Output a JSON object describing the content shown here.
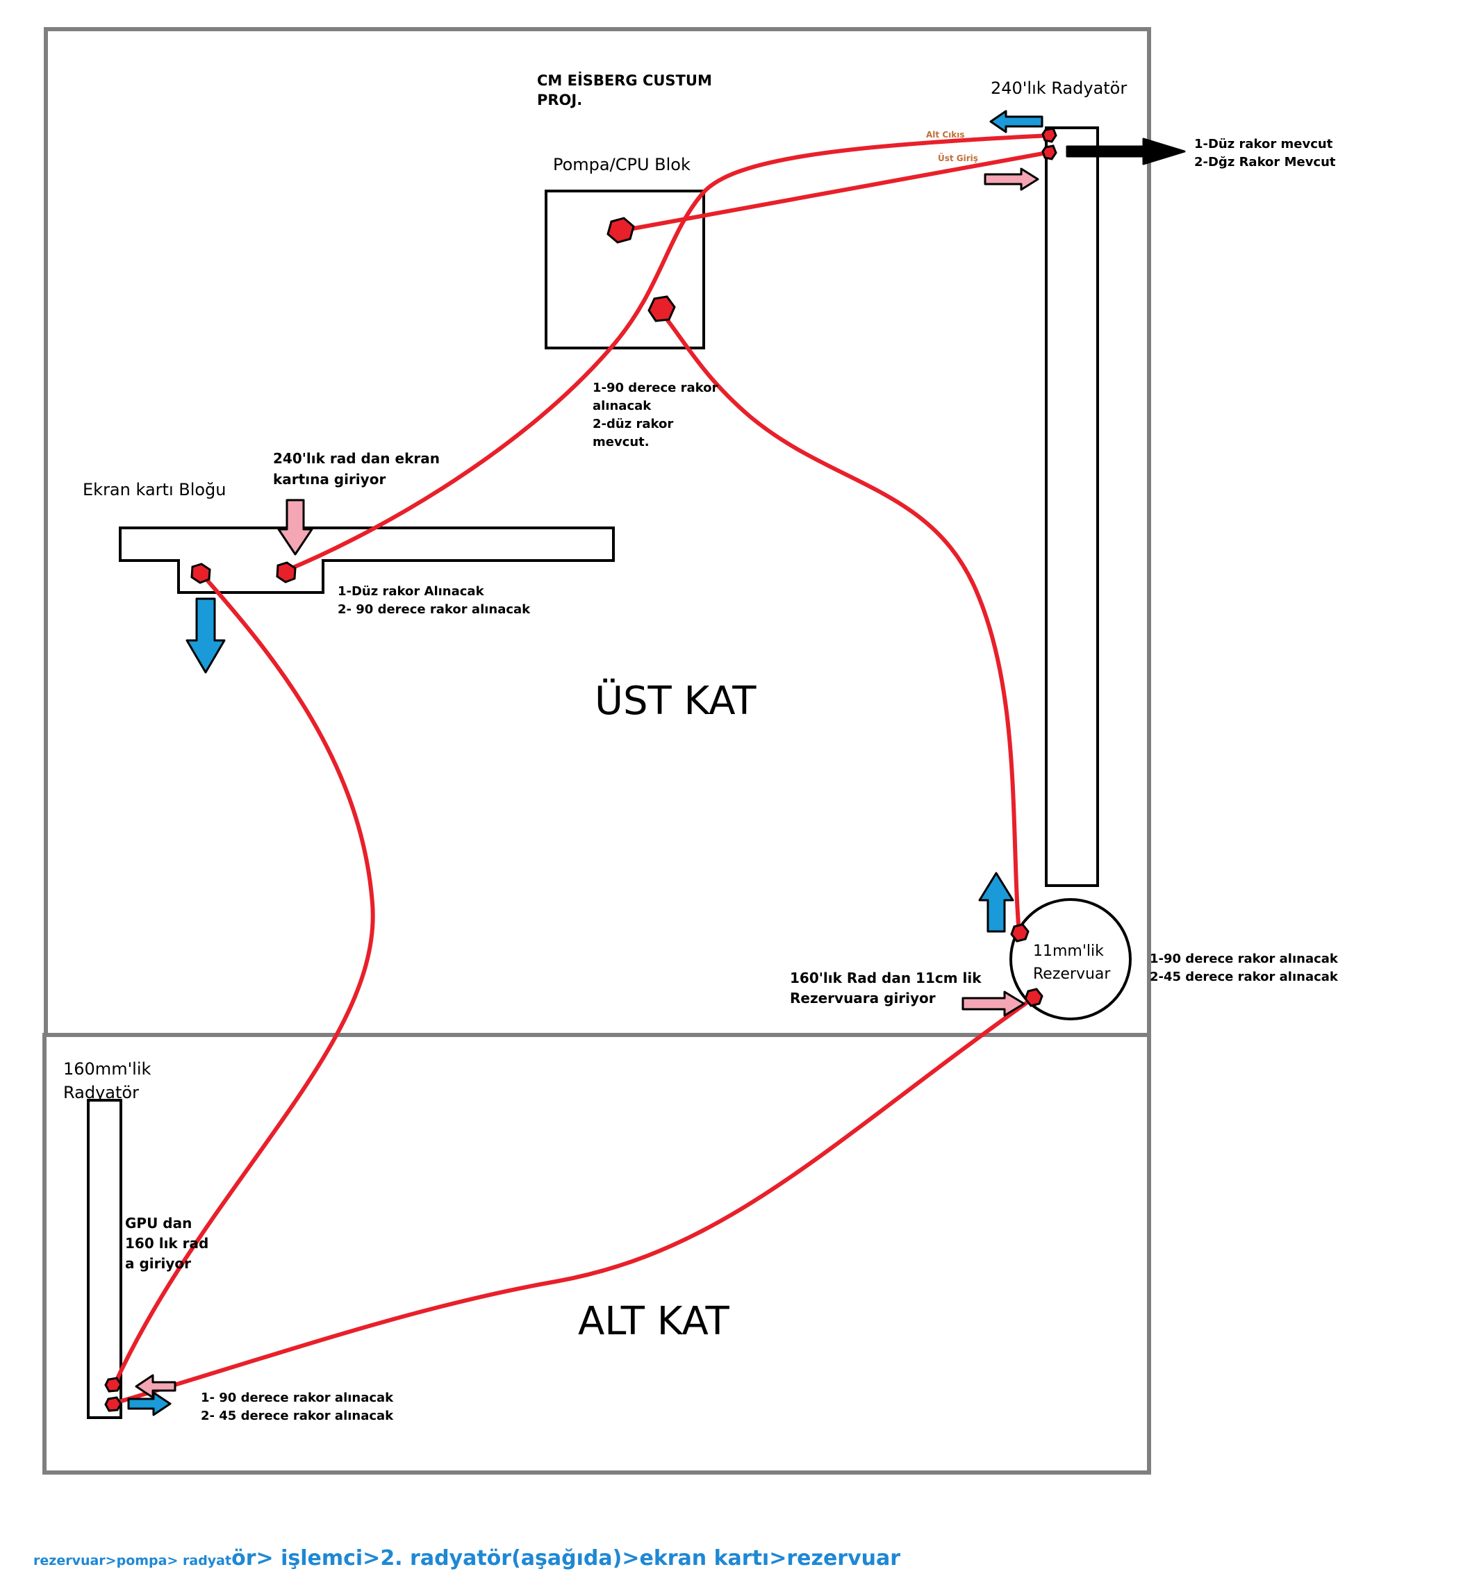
{
  "title": [
    "CM EİSBERG CUSTUM",
    "PROJ."
  ],
  "components": {
    "pump": "Pompa/CPU Blok",
    "radiator_240": "240'lık Radyatör",
    "gpu_block": "Ekran kartı Bloğu",
    "radiator_160": [
      "160mm'lik",
      "Radyatör"
    ],
    "reservoir": [
      "11mm'lik",
      "Rezervuar"
    ]
  },
  "zones": {
    "upper": "ÜST KAT",
    "lower": "ALT KAT"
  },
  "port_labels": {
    "alt_cikis": "Alt Cıkış",
    "ust_giris": "Üst Giriş"
  },
  "notes": {
    "radiator_240": [
      "1-Düz rakor mevcut",
      "2-Dğz Rakor Mevcut"
    ],
    "pump": [
      "1-90 derece rakor",
      "alınacak",
      "2-düz rakor",
      "mevcut."
    ],
    "gpu_entry": [
      "240'lık rad dan ekran",
      "kartına giriyor"
    ],
    "gpu_block": [
      "1-Düz rakor Alınacak",
      "2- 90 derece rakor alınacak"
    ],
    "reservoir_entry": [
      "160'lık Rad dan 11cm lik",
      "Rezervuara giriyor"
    ],
    "reservoir": [
      "1-90 derece rakor alınacak",
      "2-45 derece rakor alınacak"
    ],
    "gpu_to_160": [
      "GPU dan",
      "160 lık rad",
      "a giriyor"
    ],
    "radiator_160": [
      "1- 90 derece rakor alınacak",
      "2- 45 derece rakor alınacak"
    ]
  },
  "flow_caption": {
    "small": "rezervuar>pompa> radyat",
    "large": "ör> işlemci>2. radyatör(aşağıda)>ekran kartı>rezervuar"
  },
  "colors": {
    "tube": "#e8202a",
    "fitting": "#e8202a",
    "arrow_blue": "#1a9ad9",
    "arrow_pink": "#f4a6b4",
    "frame": "#7f7f7f",
    "caption": "#1e88d4",
    "port_label": "#c0703a"
  }
}
